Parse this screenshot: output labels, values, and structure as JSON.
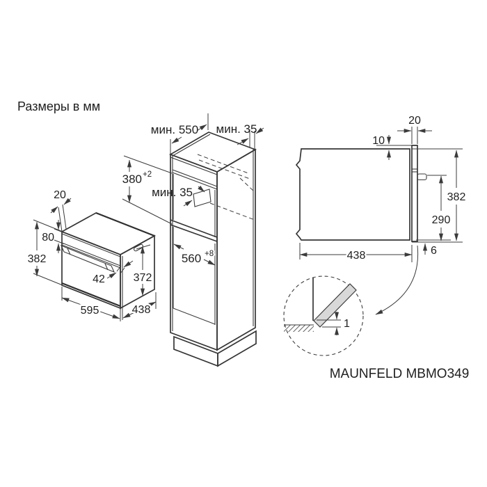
{
  "title": "Размеры в мм",
  "model_label": "MAUNFELD MBMO349",
  "cabinet": {
    "min_depth": "мин. 550",
    "min_gap_top": "мин. 35",
    "min_gap_back": "мин. 35",
    "niche_height": "380",
    "niche_height_tol": "+2",
    "niche_width": "560",
    "niche_width_tol": "+8"
  },
  "oven_front": {
    "door_thickness": "20",
    "panel_height": "80",
    "height": "382",
    "handle_depth": "42",
    "side_height": "372",
    "width": "595",
    "depth": "438"
  },
  "oven_side": {
    "door_width": "20",
    "top_offset": "10",
    "height": "382",
    "handle_to_bottom": "290",
    "depth": "438",
    "bottom_gap": "6"
  },
  "detail": {
    "door_clearance": "1"
  },
  "colors": {
    "line": "#3b3b3b",
    "text": "#1f1f1f",
    "door_fill": "#d8d8d8",
    "background": "#ffffff"
  }
}
